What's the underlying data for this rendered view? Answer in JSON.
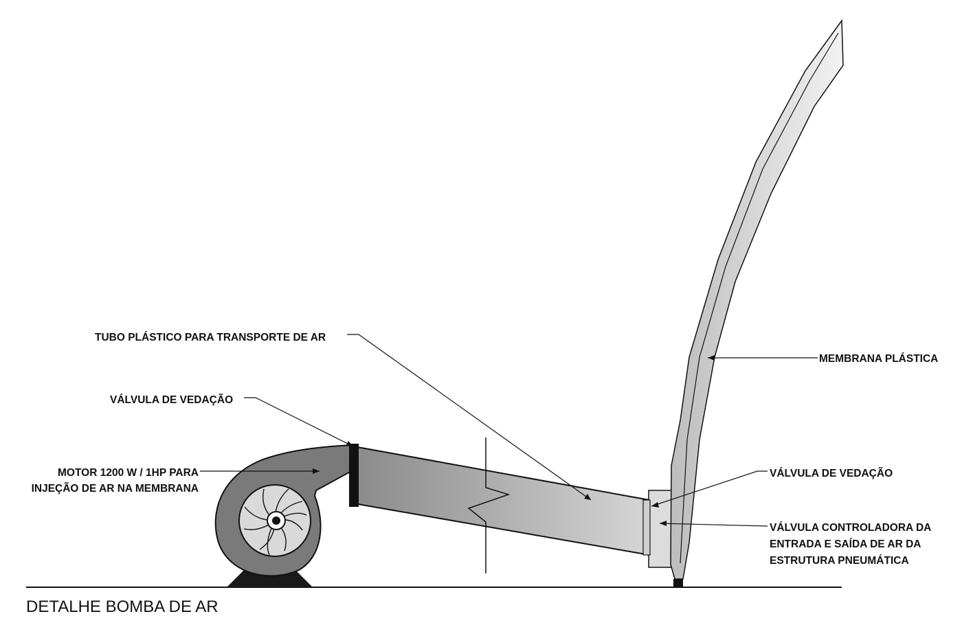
{
  "title": "DETALHE BOMBA DE AR",
  "labels": {
    "tube": "TUBO PLÁSTICO PARA TRANSPORTE DE AR",
    "valve_left": "VÁLVULA DE VEDAÇÃO",
    "motor_line1": "MOTOR 1200 W / 1HP PARA",
    "motor_line2": "INJEÇÃO DE AR NA MEMBRANA",
    "membrane": "MEMBRANA PLÁSTICA",
    "valve_right": "VÁLVULA DE VEDAÇÃO",
    "controller_line1": "VÁLVULA CONTROLADORA DA",
    "controller_line2": "ENTRADA E SAÍDA DE AR DA",
    "controller_line3": "ESTRUTURA PNEUMÁTICA"
  },
  "colors": {
    "line": "#111111",
    "pump_body": "#7a7a7a",
    "impeller_disc": "#d9d9d9",
    "tube_dark": "#8a8a8a",
    "tube_light": "#d6d6d6",
    "membrane": "#e0e0e0",
    "valve_box": "#dcdcdc",
    "stand": "#1a1a1a"
  }
}
